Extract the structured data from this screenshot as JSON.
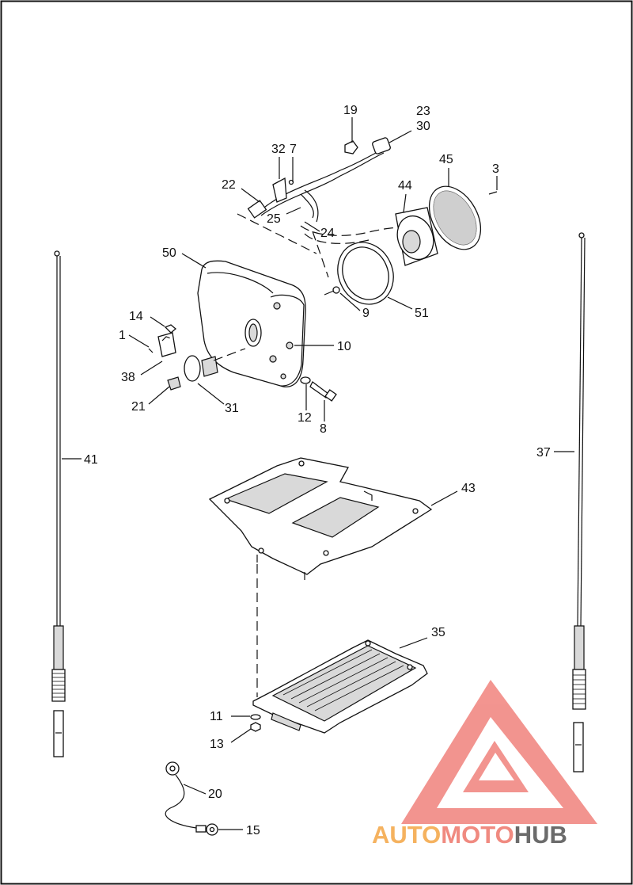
{
  "diagram": {
    "labels": [
      "19",
      "23",
      "30",
      "32",
      "7",
      "45",
      "3",
      "22",
      "44",
      "25",
      "24",
      "50",
      "9",
      "51",
      "14",
      "1",
      "10",
      "38",
      "21",
      "31",
      "12",
      "8",
      "41",
      "37",
      "43",
      "35",
      "11",
      "13",
      "20",
      "15"
    ]
  },
  "watermark": {
    "text_a": "AUTO",
    "text_b": "MOTO",
    "text_c": "HUB",
    "color_a": "#f5b25f",
    "color_b": "#f08a80",
    "color_c": "#6b6b6b",
    "logo_color": "#f07a74"
  }
}
